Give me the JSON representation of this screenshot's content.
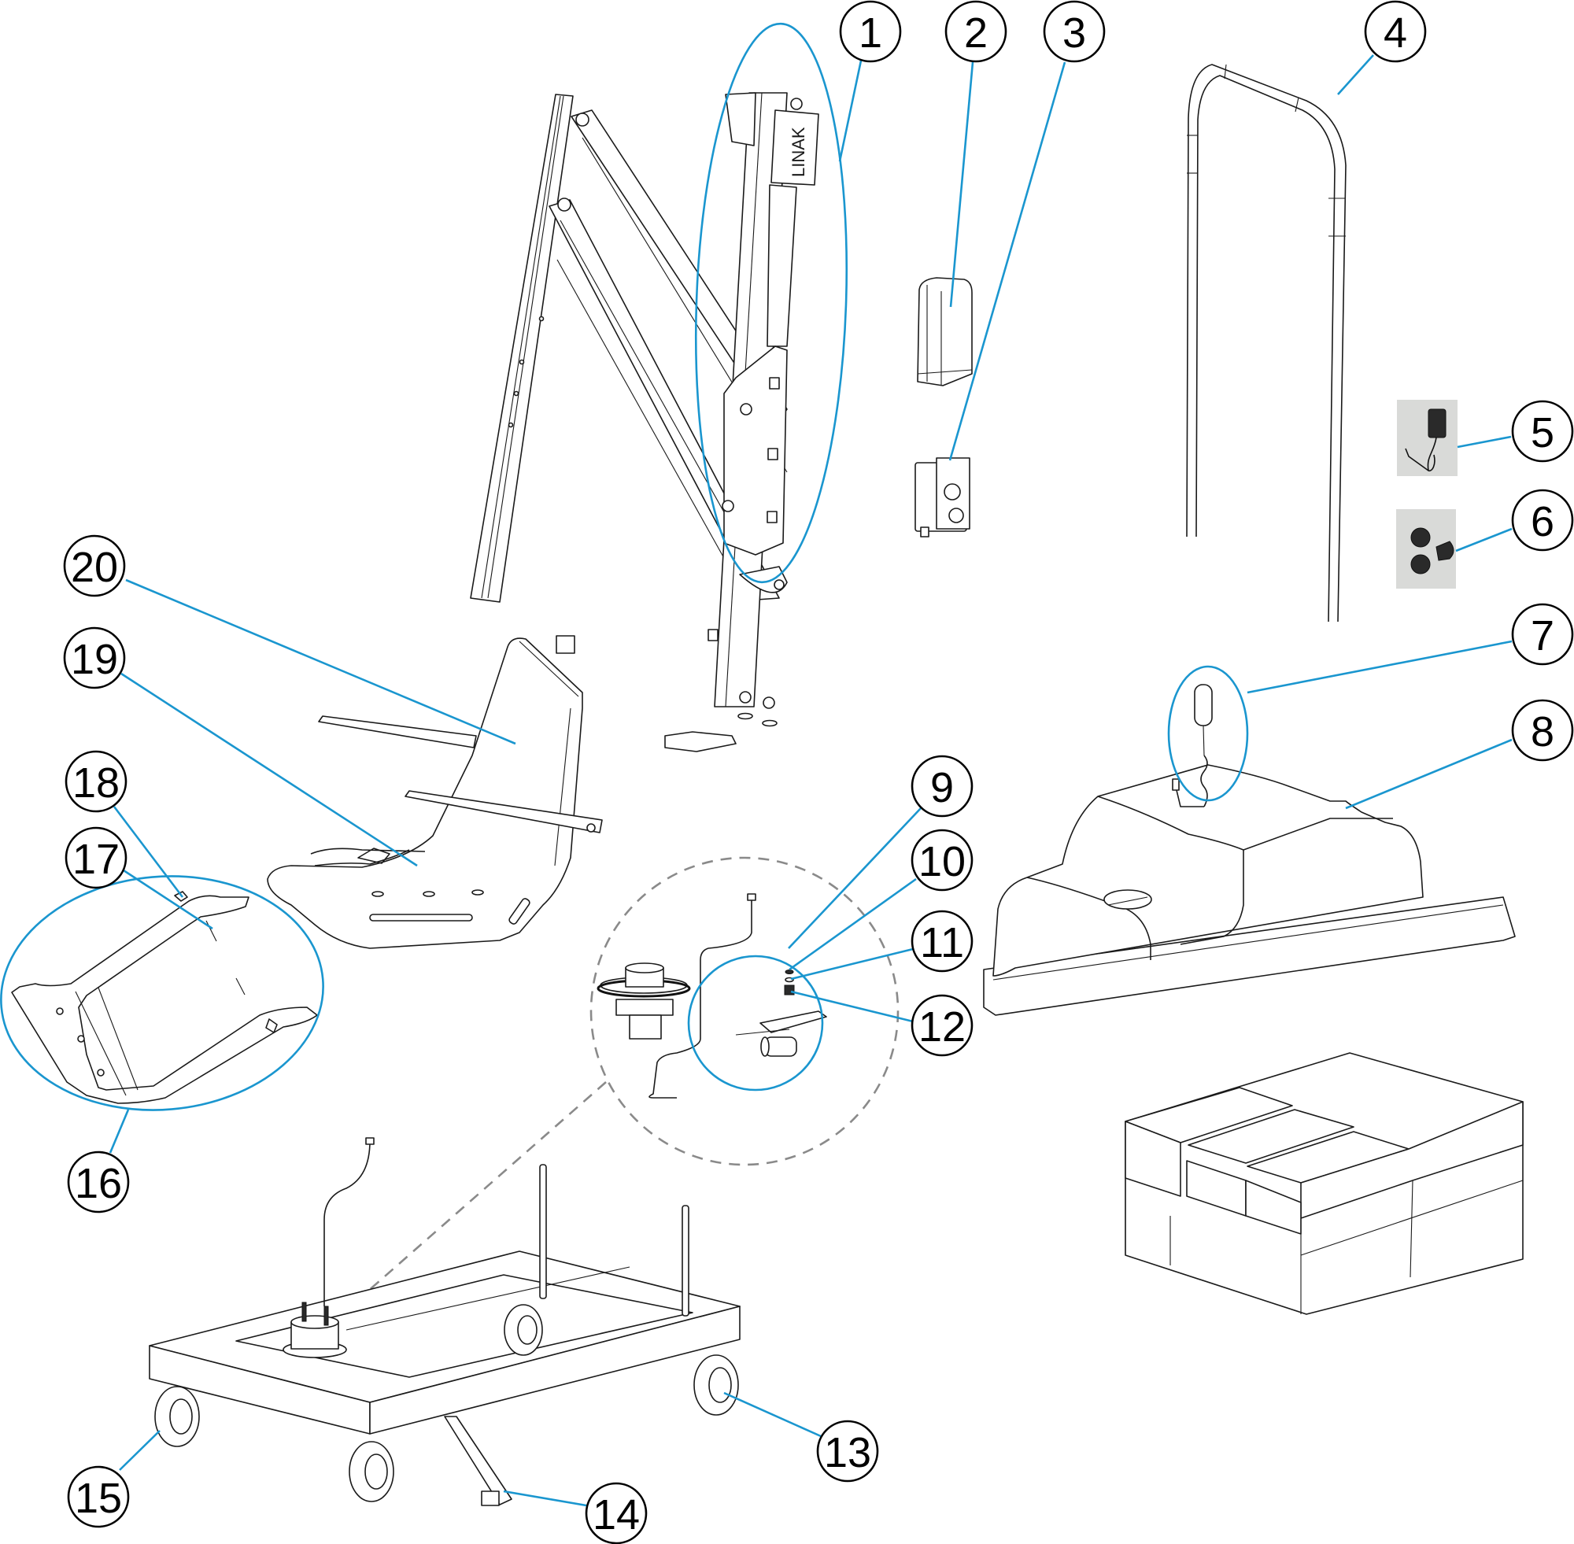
{
  "diagram": {
    "title": "Pool lift exploded parts diagram",
    "accent_color": "#1a96cf",
    "callout_border_color": "#000000",
    "detail_circle_color": "#8a8a8a",
    "actuator_brand_label": "LINAK",
    "callouts": [
      {
        "number": "1",
        "part": "lifting-column-actuator"
      },
      {
        "number": "2",
        "part": "battery-pack"
      },
      {
        "number": "3",
        "part": "control-box"
      },
      {
        "number": "4",
        "part": "handrail"
      },
      {
        "number": "5",
        "part": "charger-photo"
      },
      {
        "number": "6",
        "part": "plug-adapters-photo"
      },
      {
        "number": "7",
        "part": "hand-control"
      },
      {
        "number": "8",
        "part": "protective-cover"
      },
      {
        "number": "9",
        "part": "washer"
      },
      {
        "number": "10",
        "part": "spring-washer"
      },
      {
        "number": "11",
        "part": "pinion-gear"
      },
      {
        "number": "12",
        "part": "rotation-motor"
      },
      {
        "number": "13",
        "part": "rear-castor-wheel"
      },
      {
        "number": "14",
        "part": "anchor-leg"
      },
      {
        "number": "15",
        "part": "front-castor-wheel"
      },
      {
        "number": "16",
        "part": "footrest-frame"
      },
      {
        "number": "17",
        "part": "footrest-bolt"
      },
      {
        "number": "18",
        "part": "footrest-knob"
      },
      {
        "number": "19",
        "part": "seat-belt"
      },
      {
        "number": "20",
        "part": "seat"
      }
    ]
  }
}
